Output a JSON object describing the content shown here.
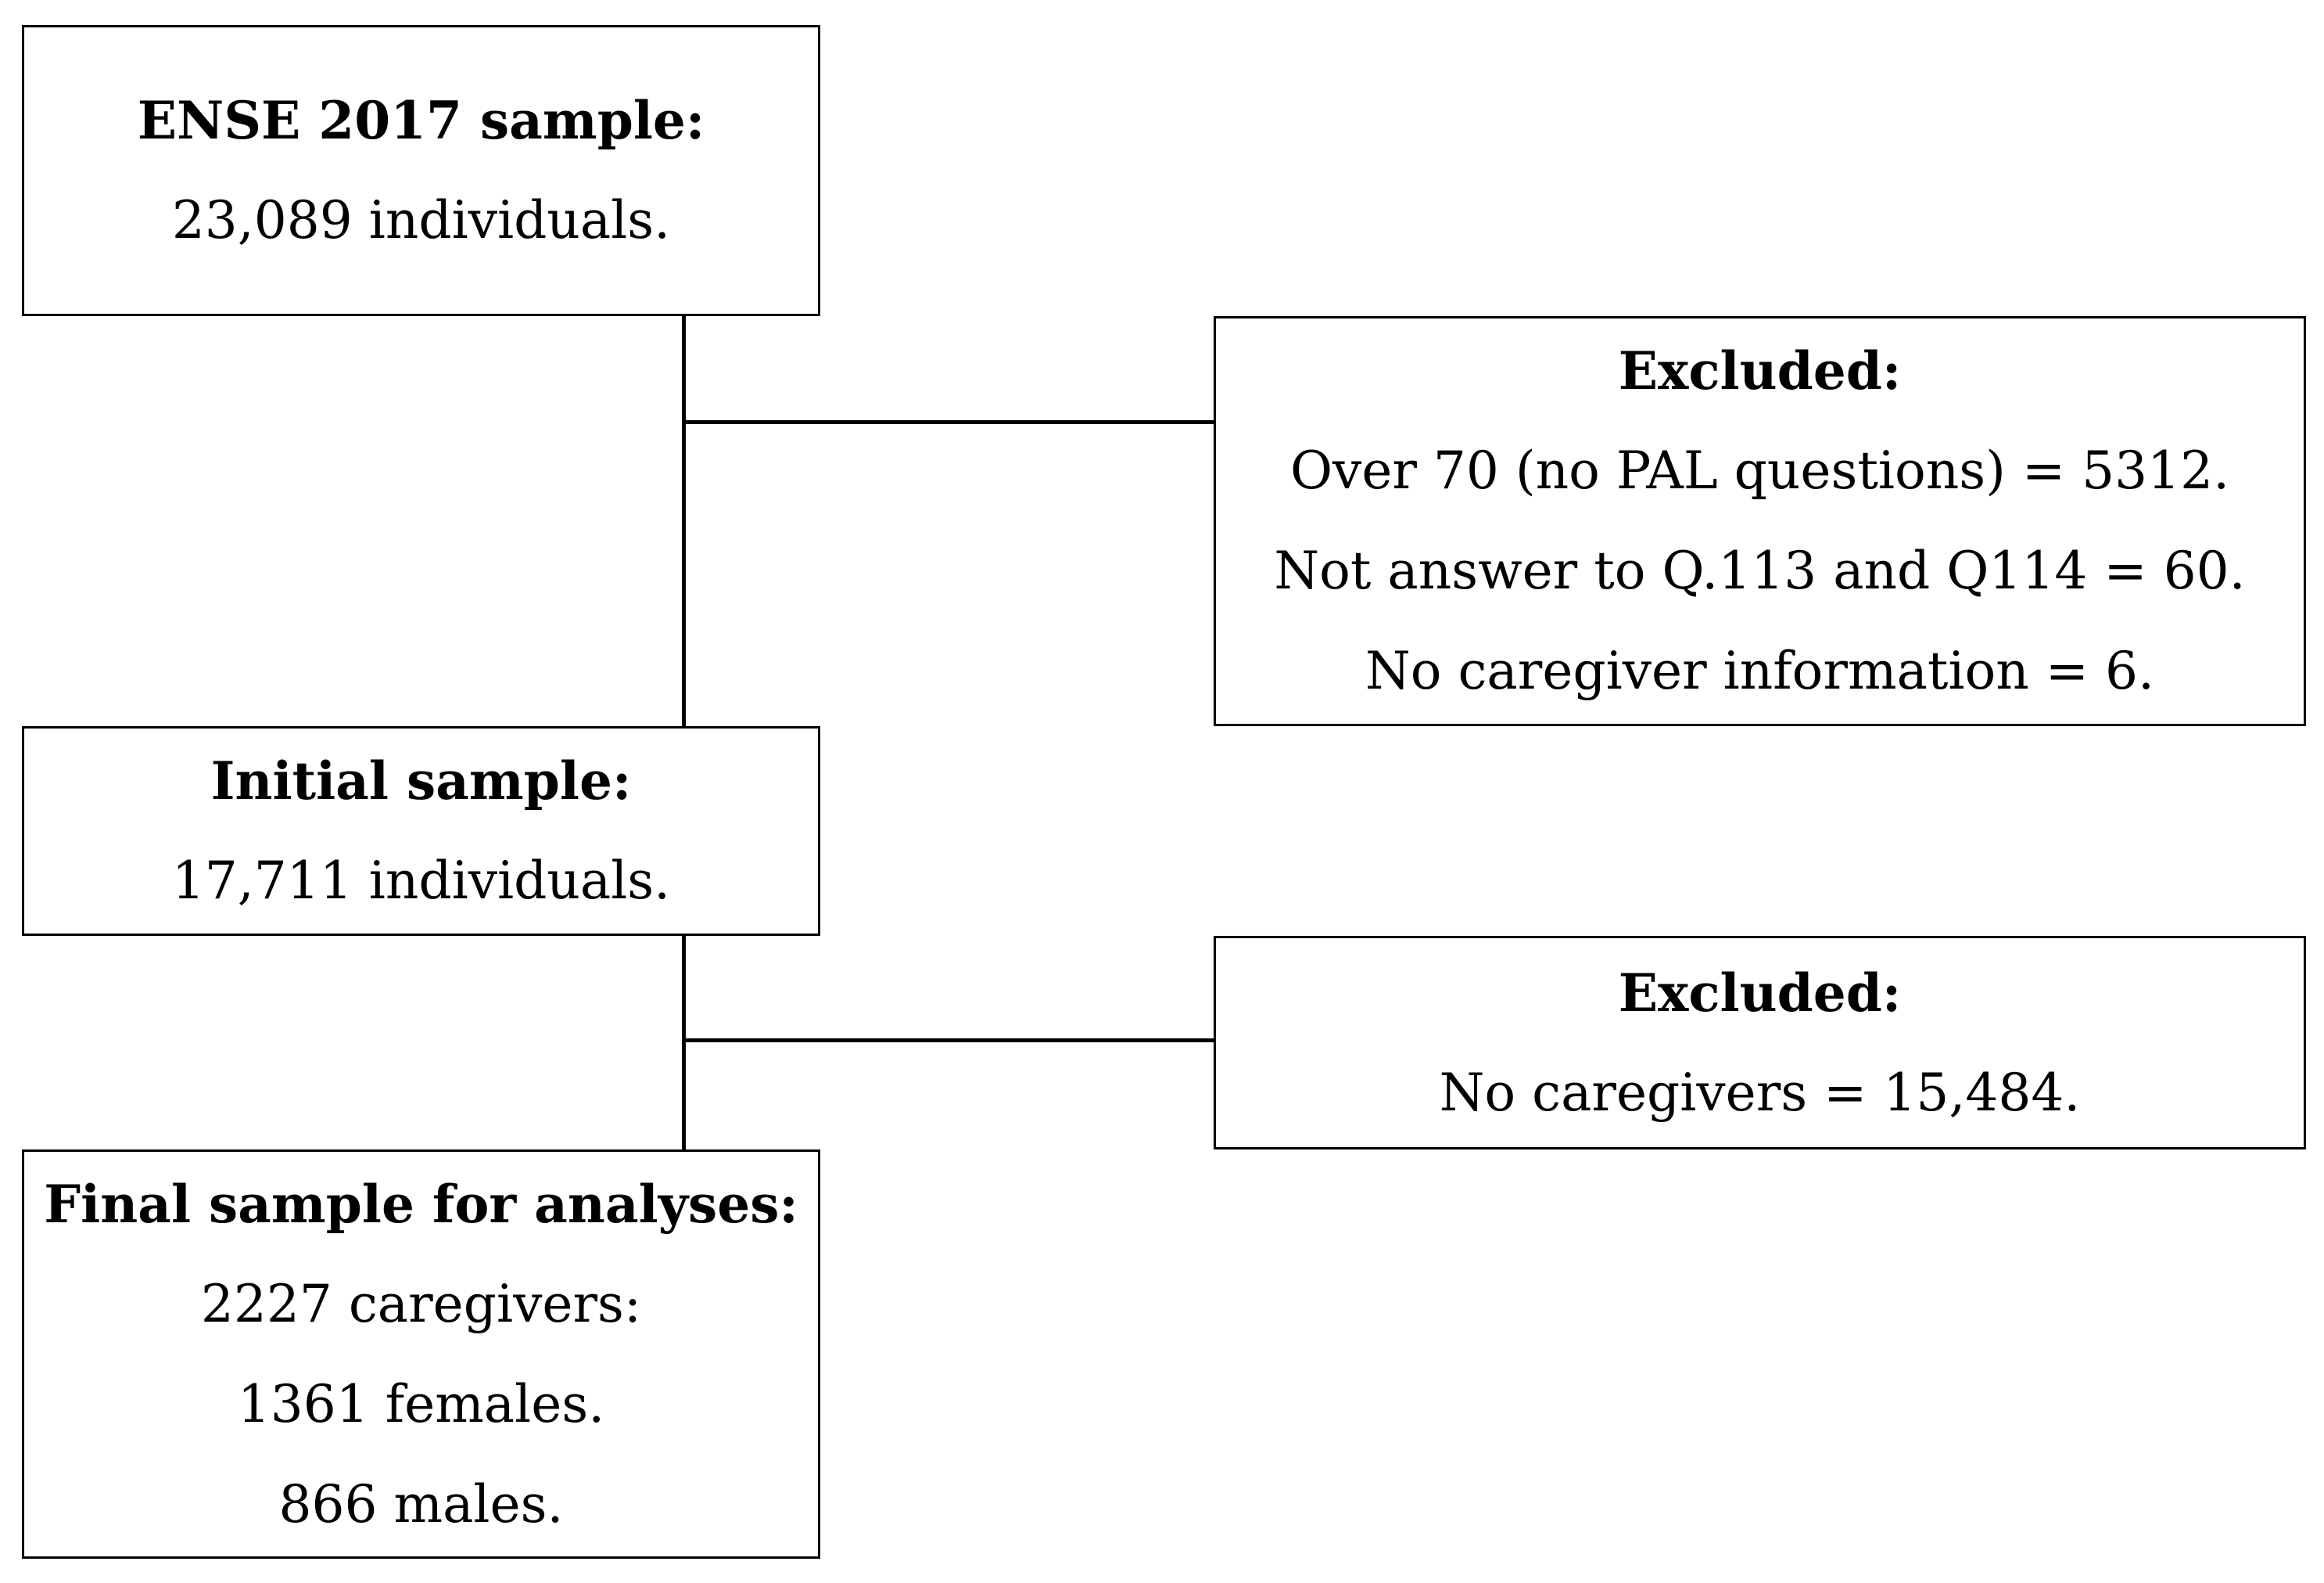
{
  "ense_box": {
    "title": "ENSE 2017 sample:",
    "line1": "23,089 individuals."
  },
  "excluded_box_1": {
    "title": "Excluded:",
    "line1": "Over 70 (no PAL questions) = 5312.",
    "line2": "Not answer to Q.113 and Q114 = 60.",
    "line3": "No caregiver information = 6."
  },
  "initial_box": {
    "title": "Initial sample:",
    "line1": "17,711 individuals."
  },
  "excluded_box_2": {
    "title": "Excluded:",
    "line1": "No caregivers = 15,484."
  },
  "final_box": {
    "title": "Final sample for analyses:",
    "line1": "2227 caregivers:",
    "line2": "1361 females.",
    "line3": "866 males."
  }
}
